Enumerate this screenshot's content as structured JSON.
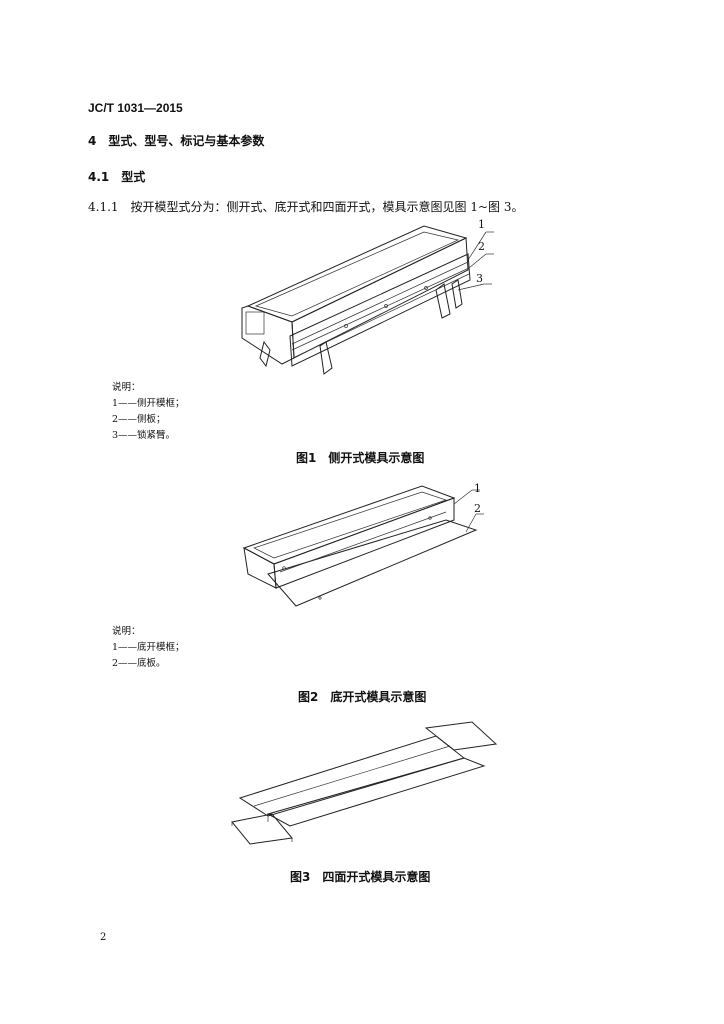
{
  "header": {
    "standard_code": "JC/T 1031—2015"
  },
  "section4": {
    "title": "4　型式、型号、标记与基本参数"
  },
  "section4_1": {
    "title": "4.1　型式"
  },
  "para_4_1_1": {
    "text": "4.1.1　按开模型式分为：侧开式、底开式和四面开式，模具示意图见图 1~图 3。"
  },
  "figure1": {
    "callouts": [
      "1",
      "2",
      "3"
    ],
    "note_title": "说明：",
    "note_items": [
      "1——侧开模框；",
      "2——侧板；",
      "3——锁紧臂。"
    ],
    "caption": "图1　侧开式模具示意图"
  },
  "figure2": {
    "callouts": [
      "1",
      "2"
    ],
    "note_title": "说明：",
    "note_items": [
      "1——底开模框；",
      "2——底板。"
    ],
    "caption": "图2　底开式模具示意图"
  },
  "figure3": {
    "caption": "图3　四面开式模具示意图"
  },
  "footer": {
    "page_number": "2"
  }
}
